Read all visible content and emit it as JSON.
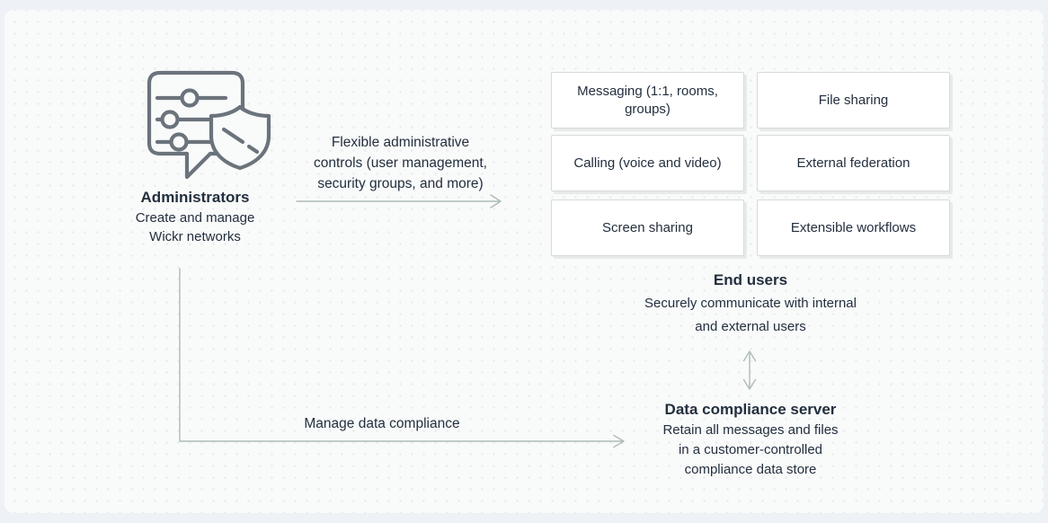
{
  "colors": {
    "page": "#eef1f5",
    "card": "#f9fafa",
    "dot": "#e7e9ec",
    "text": "#232f3e",
    "icon": "#6b737c",
    "arrow": "#aebcb8",
    "border": "#d6dadb",
    "boxbg": "#ffffff",
    "shadow": "#e6eaea"
  },
  "admin": {
    "title": "Administrators",
    "subtitle_lines": [
      "Create and manage",
      "Wickr networks"
    ],
    "icon": "sliders-speech-bubble-with-shield-icon"
  },
  "flows": {
    "admin_to_features_lines": [
      "Flexible administrative",
      "controls (user management,",
      "security groups, and more)"
    ],
    "admin_to_compliance": "Manage data compliance"
  },
  "features": {
    "items": [
      "Messaging (1:1, rooms, groups)",
      "File sharing",
      "Calling (voice and video)",
      "External federation",
      "Screen sharing",
      "Extensible workflows"
    ]
  },
  "end_users": {
    "title": "End users",
    "subtitle_lines": [
      "Securely communicate with internal",
      "and external users"
    ]
  },
  "compliance_server": {
    "title": "Data compliance server",
    "subtitle_lines": [
      "Retain all messages and files",
      "in a customer-controlled",
      "compliance data store"
    ]
  }
}
